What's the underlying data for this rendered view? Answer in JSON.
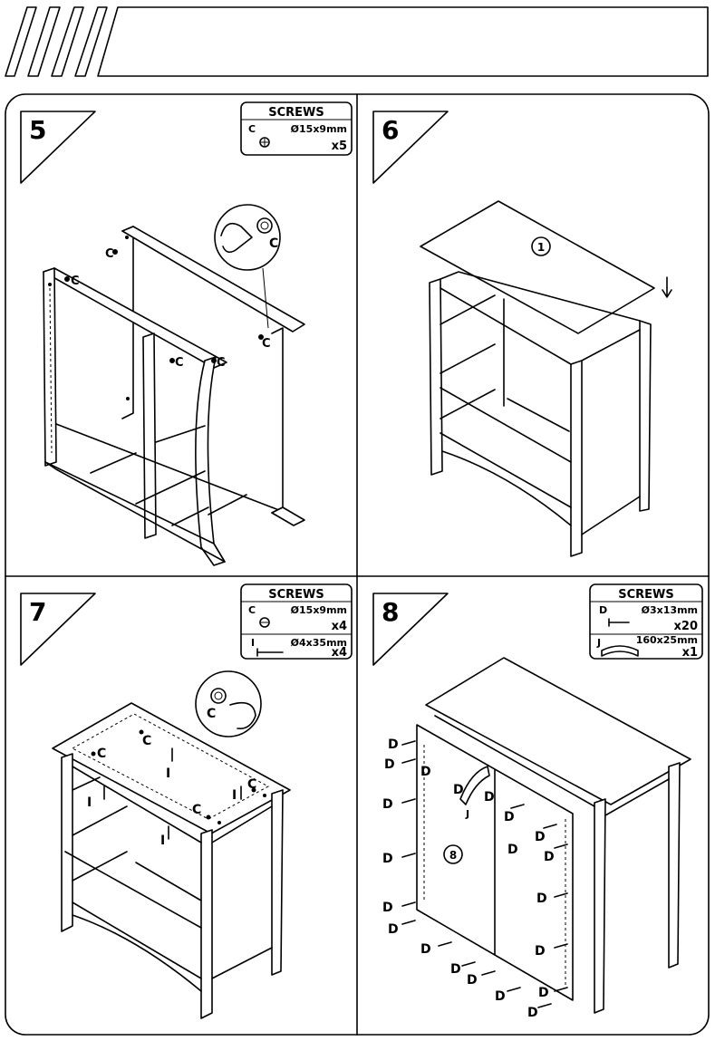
{
  "steps": [
    {
      "number": "5",
      "box": {
        "title": "SCREWS",
        "rows": [
          {
            "code": "C",
            "size": "Ø15x9mm",
            "qty": "x5"
          }
        ]
      },
      "labels": [
        "C",
        "C",
        "C",
        "C",
        "C",
        "C"
      ]
    },
    {
      "number": "6",
      "part_label": "1"
    },
    {
      "number": "7",
      "box": {
        "title": "SCREWS",
        "rows": [
          {
            "code": "C",
            "size": "Ø15x9mm",
            "qty": "x4"
          },
          {
            "code": "I",
            "size": "Ø4x35mm",
            "qty": "x4"
          }
        ]
      },
      "labels": [
        "C",
        "C",
        "C",
        "C",
        "C",
        "I",
        "I",
        "I",
        "I"
      ]
    },
    {
      "number": "8",
      "box": {
        "title": "SCREWS",
        "rows": [
          {
            "code": "D",
            "size": "Ø3x13mm",
            "qty": "x20"
          },
          {
            "code": "J",
            "size": "160x25mm",
            "qty": "x1"
          }
        ]
      },
      "part_label": "8",
      "labels": [
        "D",
        "D",
        "D",
        "D",
        "D",
        "D",
        "D",
        "D",
        "D",
        "D",
        "D",
        "D",
        "D",
        "D",
        "D",
        "D",
        "D",
        "D",
        "D",
        "D",
        "D",
        "J"
      ]
    }
  ]
}
